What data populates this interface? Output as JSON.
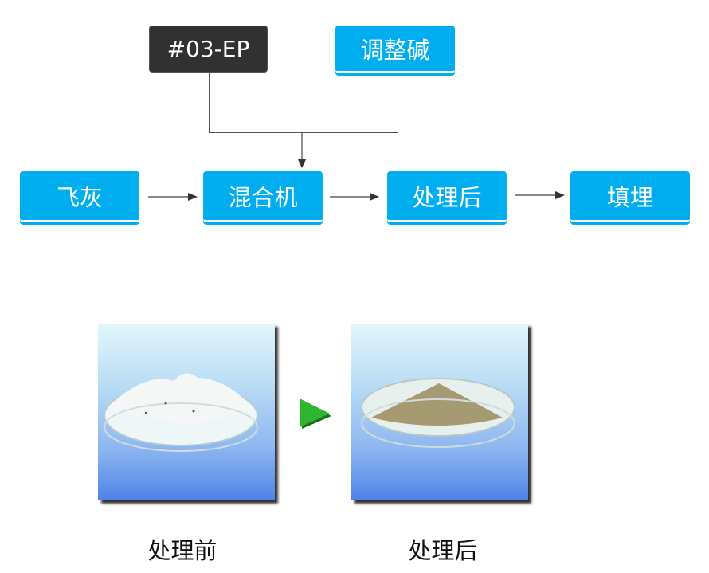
{
  "inputs": {
    "additive": "#03-EP",
    "alkali": "调整碱"
  },
  "flow": {
    "steps": [
      "飞灰",
      "混合机",
      "处理后",
      "填埋"
    ]
  },
  "comparison": {
    "before_label": "处理前",
    "after_label": "处理后"
  },
  "colors": {
    "box_blue": "#00aeef",
    "box_dark": "#333030",
    "arrow_green": "#1fa51f"
  }
}
